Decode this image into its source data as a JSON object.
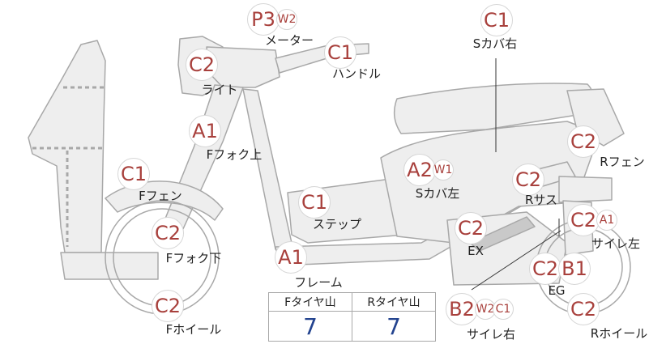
{
  "parts": [
    {
      "id": "meter",
      "label": "メーター",
      "badges": [
        "P3",
        "W2"
      ]
    },
    {
      "id": "light",
      "label": "ライト",
      "badges": [
        "C2"
      ]
    },
    {
      "id": "handle",
      "label": "ハンドル",
      "badges": [
        "C1"
      ]
    },
    {
      "id": "s-cover-right",
      "label": "Sカバ右",
      "badges": [
        "C1"
      ]
    },
    {
      "id": "f-fork-upper",
      "label": "Fフォク上",
      "badges": [
        "A1"
      ]
    },
    {
      "id": "r-fender",
      "label": "Rフェン",
      "badges": [
        "C2"
      ]
    },
    {
      "id": "f-fender",
      "label": "Fフェン",
      "badges": [
        "C1"
      ]
    },
    {
      "id": "s-cover-left",
      "label": "Sカバ左",
      "badges": [
        "A2",
        "W1"
      ]
    },
    {
      "id": "r-suspension",
      "label": "Rサス",
      "badges": [
        "C2"
      ]
    },
    {
      "id": "step",
      "label": "ステップ",
      "badges": [
        "C1"
      ]
    },
    {
      "id": "f-fork-lower",
      "label": "Fフォク下",
      "badges": [
        "C2"
      ]
    },
    {
      "id": "exhaust",
      "label": "EX",
      "badges": [
        "C2"
      ]
    },
    {
      "id": "muffler-left",
      "label": "サイレ左",
      "badges": [
        "C2",
        "A1"
      ]
    },
    {
      "id": "frame",
      "label": "フレーム",
      "badges": [
        "A1"
      ]
    },
    {
      "id": "engine",
      "label": "EG",
      "badges": [
        "C2",
        "B1"
      ]
    },
    {
      "id": "f-wheel",
      "label": "Fホイール",
      "badges": [
        "C2"
      ]
    },
    {
      "id": "muffler-right",
      "label": "サイレ右",
      "badges": [
        "B2",
        "W2",
        "C1"
      ]
    },
    {
      "id": "r-wheel",
      "label": "Rホイール",
      "badges": [
        "C2"
      ]
    }
  ],
  "tyre_table": {
    "headers": [
      "Fタイヤ山",
      "Rタイヤ山"
    ],
    "values": [
      "7",
      "7"
    ]
  },
  "colors": {
    "body_fill": "#eeeeee",
    "outline": "#a8a8a8",
    "grade_text": "#a8403c",
    "tyre_value": "#23438f"
  }
}
